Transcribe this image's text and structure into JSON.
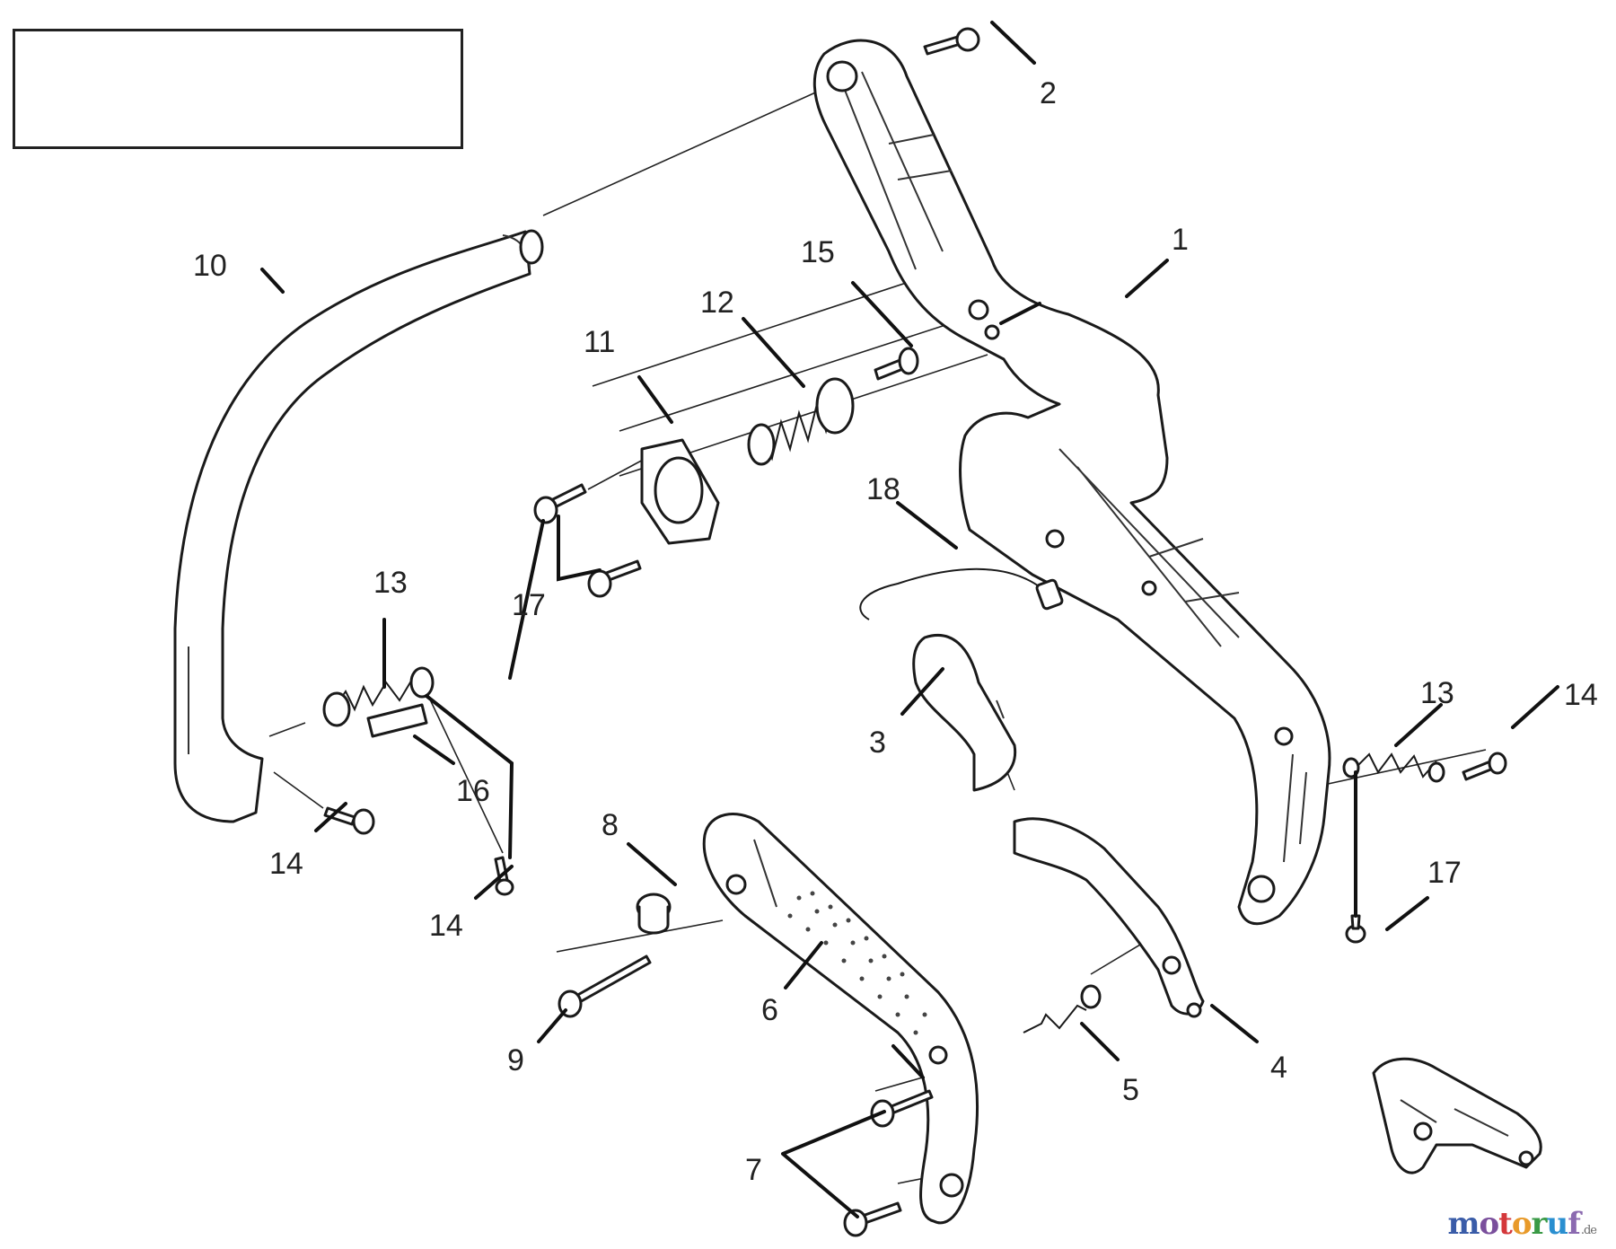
{
  "callouts": {
    "c1": "1",
    "c2": "2",
    "c3": "3",
    "c4": "4",
    "c5": "5",
    "c6": "6",
    "c7": "7",
    "c8": "8",
    "c9": "9",
    "c10": "10",
    "c11": "11",
    "c12": "12",
    "c13a": "13",
    "c13b": "13",
    "c14a": "14",
    "c14b": "14",
    "c14c": "14",
    "c15": "15",
    "c16": "16",
    "c17a": "17",
    "c17b": "17",
    "c18": "18"
  },
  "title_box": {
    "text": ""
  },
  "brand": {
    "letters": [
      "m",
      "o",
      "t",
      "o",
      "r",
      "u",
      "f"
    ],
    "letter_colors": [
      "#3a5ca8",
      "#7a4f9c",
      "#d4383b",
      "#e89a2a",
      "#3a9a46",
      "#2a8fd0",
      "#8b6ab0"
    ],
    "tld": ".de"
  },
  "colors": {
    "line": "#1a1a1a",
    "text": "#222222",
    "background": "#ffffff"
  }
}
